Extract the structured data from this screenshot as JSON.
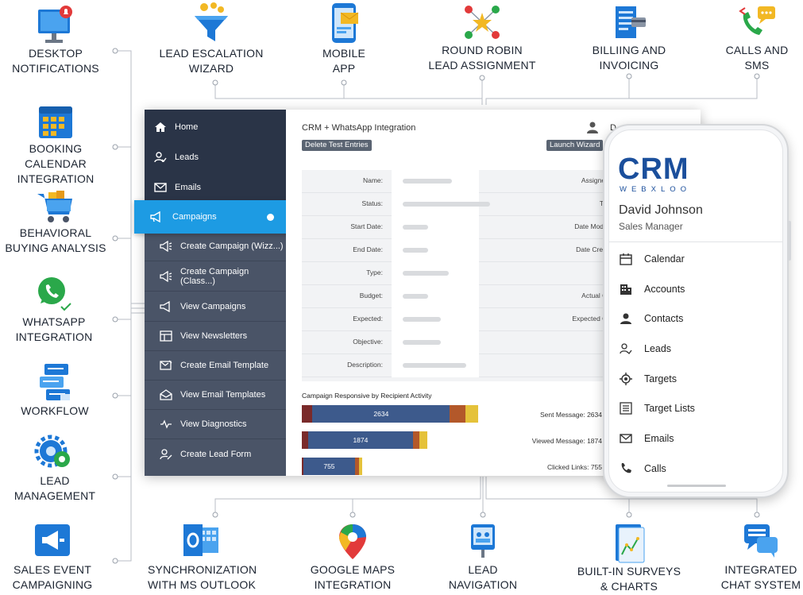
{
  "features": {
    "desktop_notifications": "DESKTOP\nNOTIFICATIONS",
    "lead_escalation": "LEAD ESCALATION\nWIZARD",
    "mobile_app": "MOBILE\nAPP",
    "round_robin": "ROUND ROBIN\nLEAD ASSIGNMENT",
    "billing": "BILLIING AND\nINVOICING",
    "calls_sms": "CALLS AND\nSMS",
    "booking_calendar": "BOOKING CALENDAR\nINTEGRATION",
    "behavioral": "BEHAVIORAL\nBUYING ANALYSIS",
    "whatsapp": "WHATSAPP\nINTEGRATION",
    "workflow": "WORKFLOW",
    "lead_management": "LEAD\nMANAGEMENT",
    "sales_event": "SALES EVENT\nCAMPAIGNING",
    "outlook": "SYNCHRONIZATION\nWITH MS OUTLOOK",
    "google_maps": "GOOGLE MAPS\nINTEGRATION",
    "lead_navigation": "LEAD\nNAVIGATION",
    "surveys": "BUILT-IN SURVEYS\n& CHARTS",
    "chat": "INTEGRATED\nCHAT SYSTEM"
  },
  "sidebar": {
    "home": "Home",
    "leads": "Leads",
    "emails": "Emails",
    "campaigns": "Campaigns",
    "sub": [
      "Create Campaign (Wizz...)",
      "Create Campaign (Class...)",
      "View Campaigns",
      "View Newsletters",
      "Create Email Template",
      "View Email Templates",
      "View Diagnostics",
      "Create Lead Form"
    ]
  },
  "main": {
    "title": "CRM + WhatsApp Integration",
    "delete_btn": "Delete Test Entries",
    "wizard_btn": "Launch Wizard",
    "user_initial": "D",
    "form_labels": [
      "Name:",
      "Status:",
      "Start Date:",
      "End Date:",
      "Type:",
      "Budget:",
      "Expected:",
      "Objective:",
      "Description:"
    ],
    "right_labels": [
      "Assignet To:",
      "Team:",
      "Date Modified:",
      "Date Created:",
      "",
      "Actual Cost:",
      "Expected Cost:",
      "",
      ""
    ],
    "chart_title": "Campaign Responsive by Recipient Activity"
  },
  "chart_data": {
    "type": "bar",
    "orientation": "horizontal",
    "stacked": true,
    "title": "Campaign Responsive by Recipient Activity",
    "categories": [
      "Sent Message: 2634",
      "Viewed Message: 1874",
      "Clicked Links: 755"
    ],
    "values": [
      2634,
      1874,
      755
    ],
    "colors": [
      "#7a2a2a",
      "#3d5a8c",
      "#b3582a",
      "#e5c23a"
    ]
  },
  "phone": {
    "logo": "CRM",
    "logo_sub": "WEBXLOO",
    "name": "David Johnson",
    "role": "Sales Manager",
    "menu": [
      "Calendar",
      "Accounts",
      "Contacts",
      "Leads",
      "Targets",
      "Target Lists",
      "Emails",
      "Calls"
    ]
  },
  "colors": {
    "accent": "#1d9be3",
    "sidebar": "#2f3a4c",
    "brand": "#1b4f9c"
  }
}
